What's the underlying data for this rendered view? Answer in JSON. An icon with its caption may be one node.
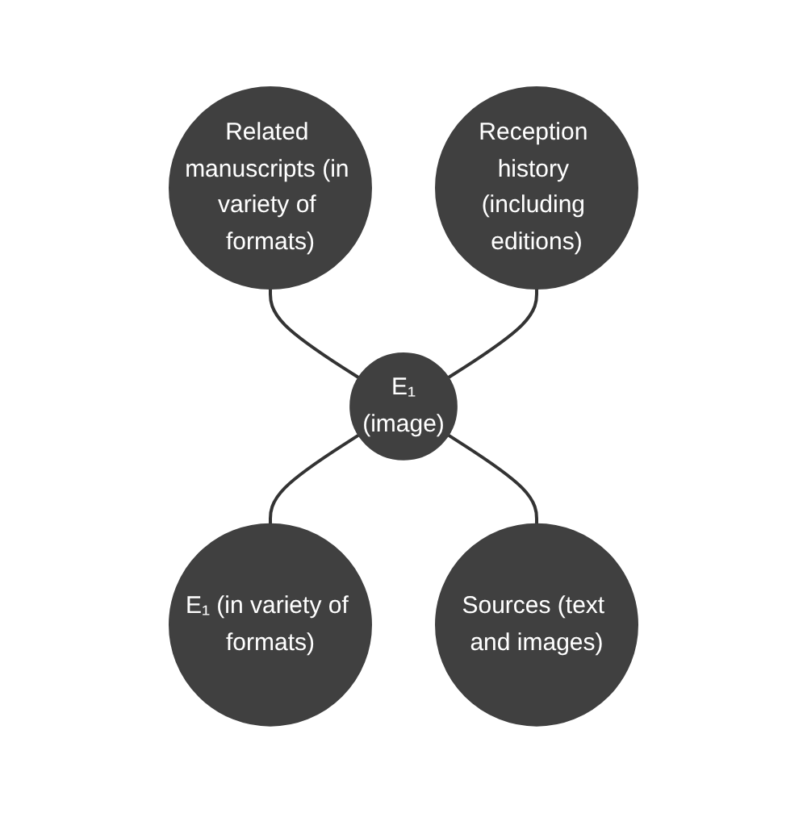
{
  "diagram": {
    "nodes": [
      {
        "text": [
          "Related manuscripts (in variety of formats)"
        ]
      },
      {
        "text": [
          "Reception history (including editions)"
        ]
      },
      {
        "text": [
          "E₁",
          "(image)"
        ]
      },
      {
        "text": [
          "E₁ (in variety of formats)"
        ]
      },
      {
        "text": [
          "Sources (text and images)"
        ]
      }
    ],
    "edges": [
      {
        "from": 0,
        "to": 2,
        "arrow": "none"
      },
      {
        "from": 1,
        "to": 2,
        "arrow": "none"
      },
      {
        "from": 2,
        "to": 3,
        "arrow": "none"
      },
      {
        "from": 2,
        "to": 4,
        "arrow": "none"
      }
    ]
  }
}
